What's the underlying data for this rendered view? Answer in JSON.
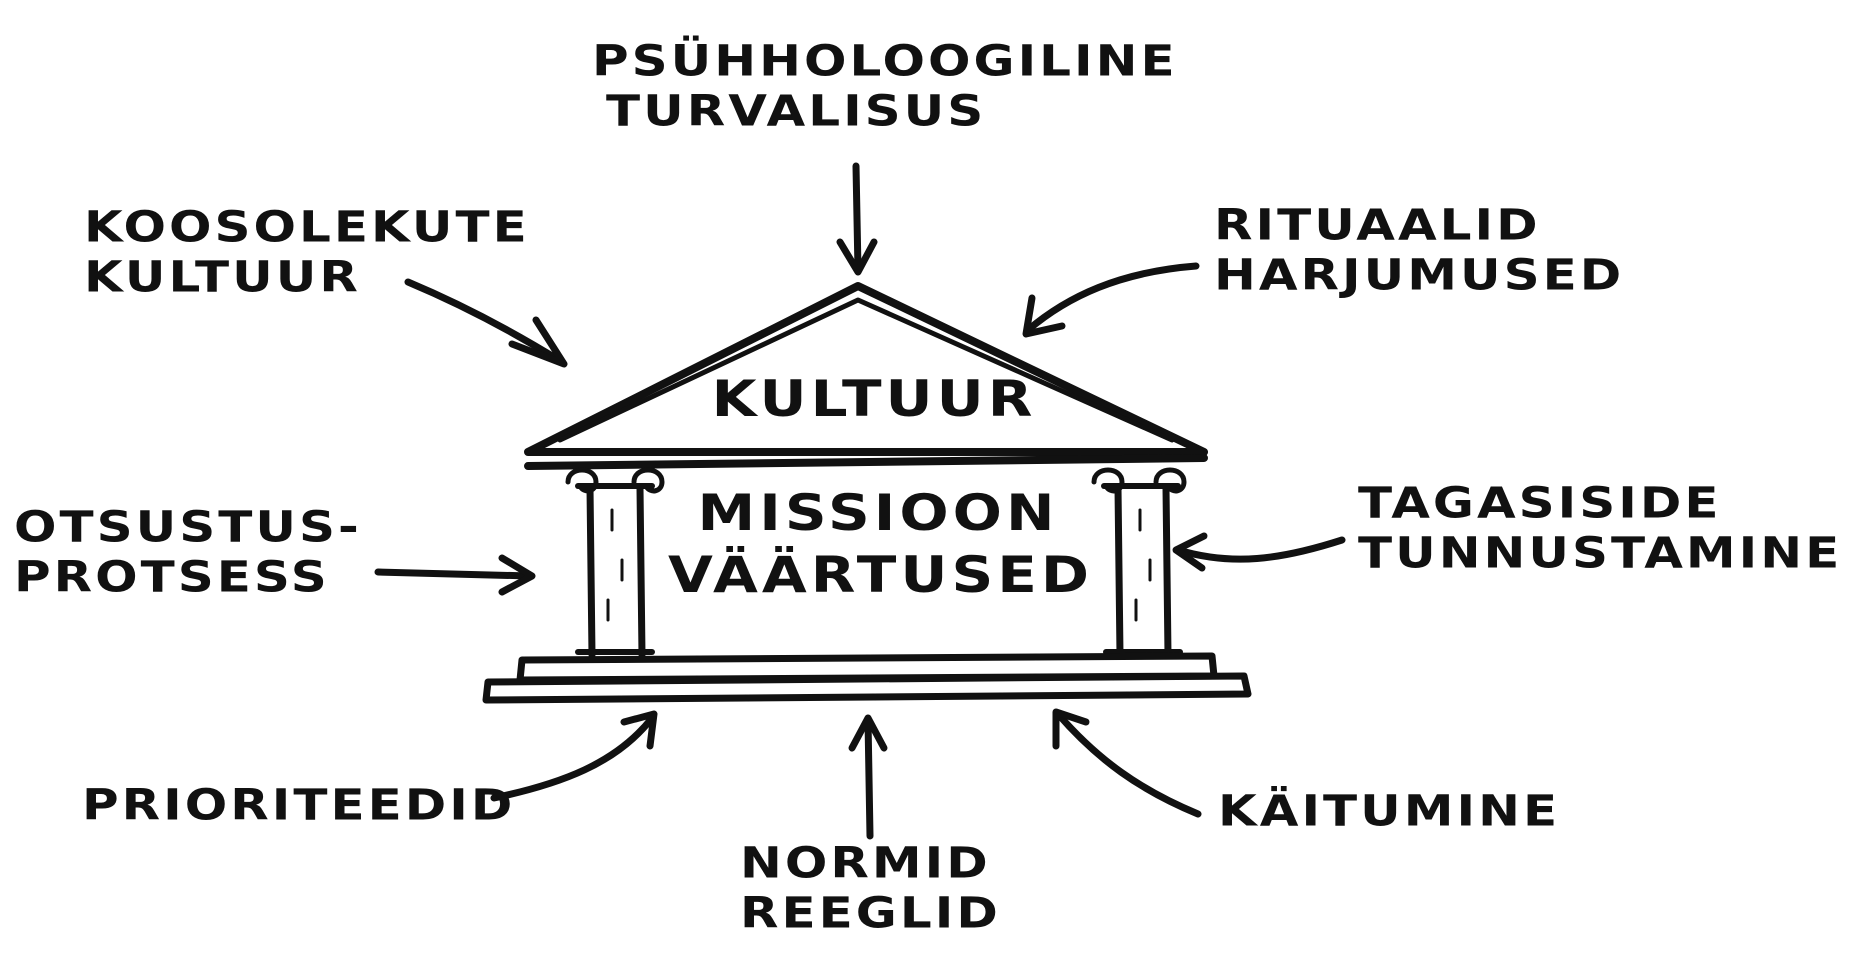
{
  "diagram": {
    "center": {
      "roof_label": "KULTUUR",
      "body_line1": "MISSIOON",
      "body_line2": "VÄÄRTUSED"
    },
    "labels": {
      "psyhholoogiline_1": "PSÜHHOLOOGILINE",
      "psyhholoogiline_2": "TURVALISUS",
      "koosolekute_1": "KOOSOLEKUTE",
      "koosolekute_2": "KULTUUR",
      "rituaalid_1": "RITUAALID",
      "rituaalid_2": "HARJUMUSED",
      "otsustus_1": "OTSUSTUS-",
      "otsustus_2": "PROTSESS",
      "tagasiside_1": "TAGASISIDE",
      "tagasiside_2": "TUNNUSTAMINE",
      "prioriteedid": "PRIORITEEDID",
      "normid_1": "NORMID",
      "normid_2": "REEGLID",
      "kaitumine": "KÄITUMINE"
    },
    "colors": {
      "ink": "#111111",
      "paper": "#ffffff"
    }
  }
}
